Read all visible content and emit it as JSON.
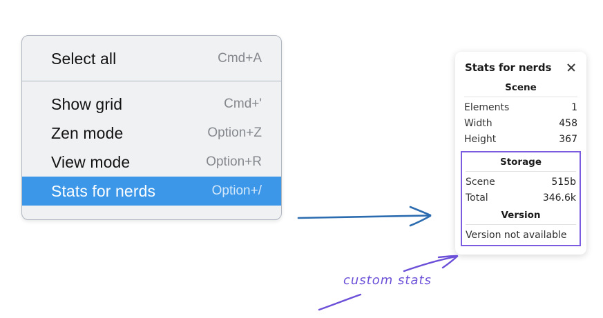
{
  "colors": {
    "menu_background": "#F0F1F3",
    "menu_border": "#AFB6BF",
    "menu_highlight": "#3C97E8",
    "annotation_blue": "#2B6CB0",
    "annotation_purple": "#6B4FD8",
    "custom_box_border": "#7B5BE0",
    "panel_background": "#FFFFFF"
  },
  "context_menu": {
    "groups": [
      {
        "items": [
          {
            "label": "Select all",
            "shortcut": "Cmd+A",
            "selected": false
          }
        ]
      },
      {
        "items": [
          {
            "label": "Show grid",
            "shortcut": "Cmd+'",
            "selected": false
          },
          {
            "label": "Zen mode",
            "shortcut": "Option+Z",
            "selected": false
          },
          {
            "label": "View mode",
            "shortcut": "Option+R",
            "selected": false
          },
          {
            "label": "Stats for nerds",
            "shortcut": "Option+/",
            "selected": true
          }
        ]
      }
    ]
  },
  "stats_panel": {
    "title": "Stats for nerds",
    "close_icon": "close-icon",
    "scene": {
      "heading": "Scene",
      "rows": [
        {
          "key": "Elements",
          "value": "1"
        },
        {
          "key": "Width",
          "value": "458"
        },
        {
          "key": "Height",
          "value": "367"
        }
      ]
    },
    "storage": {
      "heading": "Storage",
      "rows": [
        {
          "key": "Scene",
          "value": "515b"
        },
        {
          "key": "Total",
          "value": "346.6k"
        }
      ]
    },
    "version": {
      "heading": "Version",
      "note": "Version not available"
    }
  },
  "annotations": {
    "custom_stats_label": "custom stats",
    "blue_arrow_name": "blue-arrow-icon",
    "purple_arrow_name": "purple-arrow-icon"
  }
}
